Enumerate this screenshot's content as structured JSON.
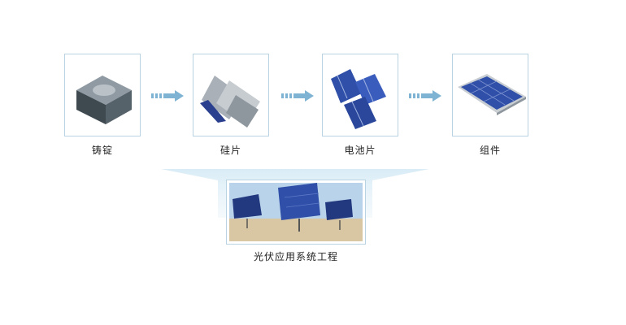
{
  "steps": [
    {
      "label": "铸锭",
      "icon": "ingot-icon"
    },
    {
      "label": "硅片",
      "icon": "silicon-wafer-icon"
    },
    {
      "label": "电池片",
      "icon": "solar-cell-icon"
    },
    {
      "label": "组件",
      "icon": "solar-module-icon"
    }
  ],
  "final": {
    "label": "光伏应用系统工程",
    "icon": "solar-farm-photo"
  },
  "colors": {
    "border": "#b9d3e3",
    "arrow": "#7fb3d3",
    "funnel": "#d7ebf6",
    "panel_blue": "#2f4fa8"
  }
}
